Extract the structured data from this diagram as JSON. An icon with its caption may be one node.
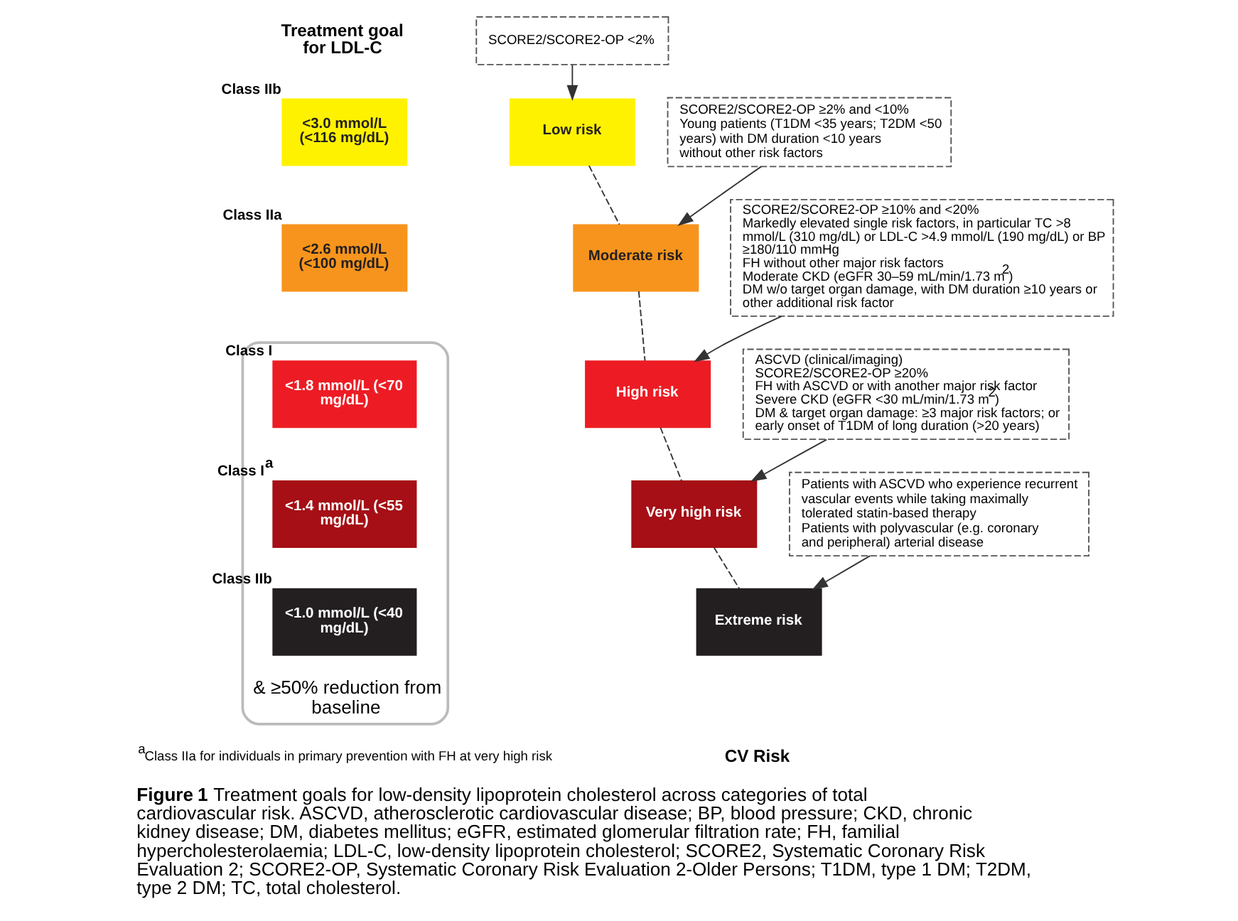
{
  "diagram": {
    "caption": "**Figure 1** Treatment goals for low-density lipoprotein cholesterol across categories of total cardiovascular risk. ASCVD, atherosclerotic cardiovascular disease; BP, blood pressure; CKD, chronic kidney disease; DM, diabetes mellitus; eGFR, estimated glomerular filtration rate; FH, familial hypercholesterolaemia; LDL-C, low-density lipoprotein cholesterol; SCORE2, Systematic Coronary Risk Evaluation 2; SCORE2-OP, Systematic Coronary Risk Evaluation 2-Older Persons; T1DM, type 1 DM; T2DM, type 2 DM; TC, total cholesterol.",
    "nodes": [
      {
        "text": [
          "SCORE2/SCORE2-OP <2%"
        ]
      },
      {
        "text": [
          "Low risk"
        ]
      },
      {
        "text": [
          "SCORE2/SCORE2-OP ≥2% and <10%",
          "Young patients (T1DM <35 years; T2DM <50 years) with DM duration <10 years without other risk factors"
        ]
      },
      {
        "text": [
          "Moderate risk"
        ]
      },
      {
        "text": [
          "SCORE2/SCORE2-OP ≥10% and <20%",
          "Markedly elevated single risk factors, in particular TC >8 mmol/L (310 mg/dL) or LDL-C >4.9 mmol/L (190 mg/dL) or BP ≥180/110 mmHg",
          "FH without other major risk factors",
          "Moderate CKD (eGFR 30–59 mL/min/1.73 m$^{2}$)",
          "DM w/o target organ damage, with DM duration ≥10 years or other additional risk factor"
        ]
      },
      {
        "text": [
          "High risk"
        ]
      },
      {
        "text": [
          "ASCVD (clinical/imaging)",
          "SCORE2/SCORE2-OP ≥20%",
          "FH with ASCVD or with another major risk factor",
          "Severe CKD (eGFR <30 mL/min/1.73 m$^{2}$)",
          "DM & target organ damage: ≥3 major risk factors; or early onset of T1DM of long duration (>20 years)"
        ]
      },
      {
        "text": [
          "Very high risk"
        ]
      },
      {
        "text": [
          "Patients with ASCVD who experience recurrent vascular events while taking maximally tolerated statin-based therapy",
          "Patients with polyvascular (e.g. coronary and peripheral) arterial disease"
        ]
      },
      {
        "text": [
          "Extreme risk"
        ]
      },
      {
        "text": [
          "<3.0 mmol/L (<116 mg/dL)"
        ],
        "beside": [
          "Class IIb"
        ]
      },
      {
        "text": [
          "<2.6 mmol/L (<100 mg/dL)"
        ],
        "beside": [
          "Class IIa"
        ]
      },
      {
        "text": [
          "& ≥50% reduction from baseline"
        ]
      },
      {
        "text": [
          "<1.8 mmol/L (<70 mg/dL)"
        ],
        "beside": [
          "Class I"
        ],
        "in": 12
      },
      {
        "text": [
          "<1.4 mmol/L (<55 mg/dL)"
        ],
        "beside": [
          "Class I$^{a}$"
        ],
        "in": 12
      },
      {
        "text": [
          "<1.0 mmol/L (<40 mg/dL)"
        ],
        "beside": [
          "Class IIb"
        ],
        "in": 12
      }
    ],
    "edges": [
      {
        "from": 0,
        "to": 1,
        "arrow": "to"
      },
      {
        "from": 2,
        "to": 3,
        "arrow": "to"
      },
      {
        "from": 4,
        "to": 5,
        "arrow": "to"
      },
      {
        "from": 6,
        "to": 7,
        "arrow": "to"
      },
      {
        "from": 8,
        "to": 9,
        "arrow": "to"
      },
      {
        "from": 1,
        "to": 3,
        "arrow": "none",
        "style": "dashed"
      },
      {
        "from": 3,
        "to": 5,
        "arrow": "none",
        "style": "dashed"
      },
      {
        "from": 5,
        "to": 7,
        "arrow": "none",
        "style": "dashed"
      },
      {
        "from": 7,
        "to": 9,
        "arrow": "none",
        "style": "dashed"
      }
    ],
    "labels": [
      "Treatment goal for LDL-C",
      "$^{a}$Class IIa for individuals in primary prevention with FH at very high risk",
      "CV Risk"
    ]
  }
}
